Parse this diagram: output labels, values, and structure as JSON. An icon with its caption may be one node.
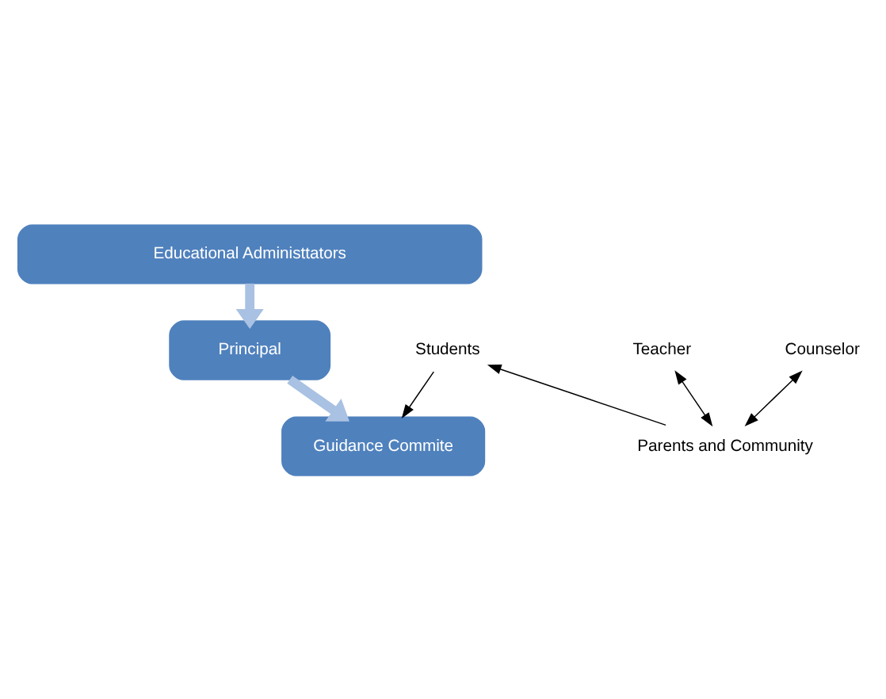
{
  "diagram": {
    "nodes": [
      {
        "text": [
          "Educational Administtators"
        ]
      },
      {
        "text": [
          "Principal"
        ]
      },
      {
        "text": [
          "Guidance Commite"
        ]
      },
      {
        "text": [
          "Teacher"
        ]
      },
      {
        "text": [
          "Students"
        ]
      },
      {
        "text": [
          "Counselor"
        ]
      },
      {
        "text": [
          "Parents and Community"
        ]
      }
    ],
    "edges": [
      {
        "from": 0,
        "to": 1,
        "arrow": "to",
        "style": "thick",
        "color": "#a9c1e2"
      },
      {
        "from": 1,
        "to": 2,
        "arrow": "to",
        "style": "thick",
        "color": "#a9c1e2"
      },
      {
        "from": 4,
        "to": 2,
        "arrow": "to"
      },
      {
        "from": 6,
        "to": 4,
        "arrow": "to"
      },
      {
        "from": 3,
        "to": 6,
        "arrow": "both"
      },
      {
        "from": 5,
        "to": 6,
        "arrow": "both"
      }
    ]
  }
}
